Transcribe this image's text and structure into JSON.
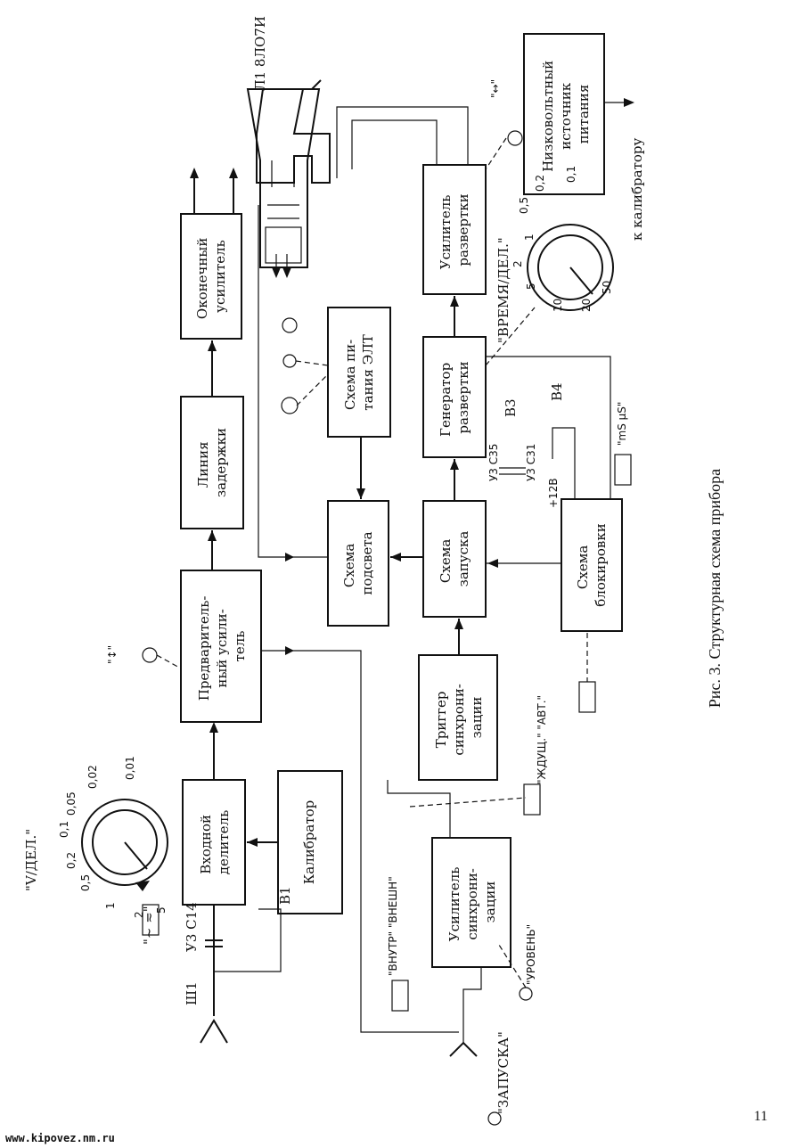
{
  "caption": "Рис. 3. Структурная схема прибора",
  "page_number": "11",
  "website": "www.kipovez.nm.ru",
  "blocks": {
    "input_divider": [
      "Входной",
      "делитель"
    ],
    "calibrator": [
      "Калибратор"
    ],
    "preamplifier": [
      "Предваритель-",
      "ный усили-",
      "тель"
    ],
    "delay_line": [
      "Линия",
      "задержки"
    ],
    "output_amplifier": [
      "Оконечный",
      "усилитель"
    ],
    "crt_supply": [
      "Схема пи-",
      "тания ЭЛТ"
    ],
    "unblank": [
      "Схема",
      "подсвета"
    ],
    "trigger_circuit": [
      "Схема",
      "запуска"
    ],
    "sweep_generator": [
      "Генератор",
      "развертки"
    ],
    "sweep_amplifier": [
      "Усилитель",
      "развертки"
    ],
    "lv_supply": [
      "Низковольтный",
      "источник",
      "питания"
    ],
    "sync_amplifier": [
      "Усилитель",
      "синхрони-",
      "зации"
    ],
    "sync_trigger": [
      "Триггер",
      "синхрони-",
      "зации"
    ],
    "lock_circuit": [
      "Схема",
      "блокировки"
    ]
  },
  "labels": {
    "input_connector": "Ш1",
    "input_cap": "У3 С14",
    "switch_b1": "В1",
    "ac_dc": "\"~\n≂\"",
    "volts_per_div": "\"V/ДЕЛ.\"",
    "volts_dial": [
      "0,5",
      "0,2",
      "0,1",
      "0,05",
      "0,02",
      "0,01",
      "1",
      "2",
      "5"
    ],
    "time_per_div": "\"ВРЕМЯ/ДЕЛ.\"",
    "time_dial": [
      "1",
      "0,5",
      "0,2",
      "0,1",
      "2",
      "5",
      "10",
      "20",
      "50"
    ],
    "crt": "Л1\n8ЛО7И",
    "to_calibrator": "к калибратору",
    "ms_us": "\"mS\n μS\"",
    "c35": "У3 С35",
    "c31": "У3 С31",
    "v12": "+12В",
    "b3": "В3",
    "b4": "В4",
    "int_ext": "\"ВНУТР\"\n\"ВНЕШН\"",
    "trig_input": "\"ЗАПУСКА\"",
    "level": "\"УРОВЕНЬ\"",
    "wait_auto": "\"ЖДУЩ.\"\n\"АВТ.\"",
    "vert_shift": "\"↕\"",
    "horiz_shift": "\"↔\""
  }
}
